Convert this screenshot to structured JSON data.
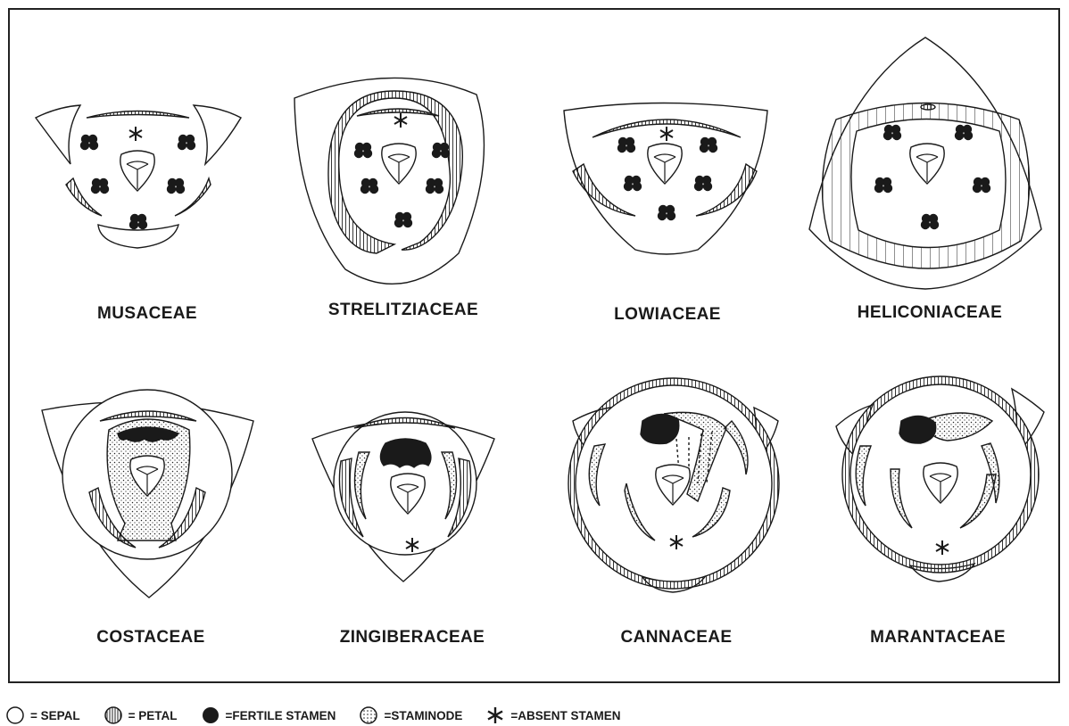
{
  "families": [
    {
      "name": "MUSACEAE"
    },
    {
      "name": "STRELITZIACEAE"
    },
    {
      "name": "LOWIACEAE"
    },
    {
      "name": "HELICONIACEAE"
    },
    {
      "name": "COSTACEAE"
    },
    {
      "name": "ZINGIBERACEAE"
    },
    {
      "name": "CANNACEAE"
    },
    {
      "name": "MARANTACEAE"
    }
  ],
  "legend": {
    "sepal": "= SEPAL",
    "petal": "= PETAL",
    "fertile_stamen": "=FERTILE STAMEN",
    "staminode": "=STAMINODE",
    "absent_stamen": "=ABSENT STAMEN"
  },
  "colors": {
    "ink": "#1a1a1a",
    "paper": "#ffffff"
  }
}
